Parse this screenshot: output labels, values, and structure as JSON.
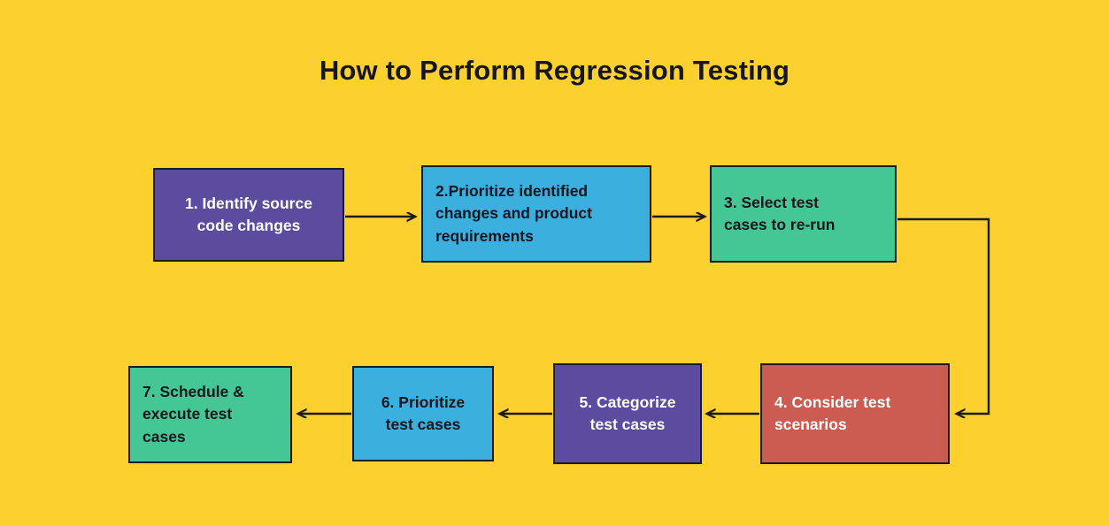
{
  "page": {
    "background_color": "#FCD02F",
    "title": "How to Perform Regression Testing"
  },
  "palette": {
    "purple": "#5C4B9E",
    "blue": "#3BAFDD",
    "green": "#45C795",
    "red": "#CC5B52",
    "line": "#1b1b1f",
    "text_dark": "#16161d",
    "text_light": "#ffffff"
  },
  "flow": {
    "steps": [
      {
        "id": "step-1",
        "number": "1.",
        "text": "1. Identify source\ncode changes",
        "fill": "#5C4B9E",
        "text_color": "#ffffff",
        "align": "center"
      },
      {
        "id": "step-2",
        "number": "2.",
        "text": "2.Prioritize identified\nchanges and product\nrequirements",
        "fill": "#3BAFDD",
        "text_color": "#16161d",
        "align": "left"
      },
      {
        "id": "step-3",
        "number": "3.",
        "text": "3. Select test\n    cases to re-run",
        "fill": "#45C795",
        "text_color": "#16161d",
        "align": "left"
      },
      {
        "id": "step-4",
        "number": "4.",
        "text": "4. Consider test\n    scenarios",
        "fill": "#CC5B52",
        "text_color": "#ffffff",
        "align": "left"
      },
      {
        "id": "step-5",
        "number": "5.",
        "text": "5. Categorize\ntest cases",
        "fill": "#5C4B9E",
        "text_color": "#ffffff",
        "align": "center"
      },
      {
        "id": "step-6",
        "number": "6.",
        "text": "6. Prioritize\ntest cases",
        "fill": "#3BAFDD",
        "text_color": "#16161d",
        "align": "center"
      },
      {
        "id": "step-7",
        "number": "7.",
        "text": "7. Schedule &\n    execute test\n    cases",
        "fill": "#45C795",
        "text_color": "#16161d",
        "align": "left"
      }
    ],
    "connectors": [
      {
        "id": "arrow-1-to-2",
        "from": "step-1",
        "to": "step-2",
        "direction": "right"
      },
      {
        "id": "arrow-2-to-3",
        "from": "step-2",
        "to": "step-3",
        "direction": "right"
      },
      {
        "id": "arrow-3-to-4",
        "from": "step-3",
        "to": "step-4",
        "direction": "elbow-down-left"
      },
      {
        "id": "arrow-4-to-5",
        "from": "step-4",
        "to": "step-5",
        "direction": "left"
      },
      {
        "id": "arrow-5-to-6",
        "from": "step-5",
        "to": "step-6",
        "direction": "left"
      },
      {
        "id": "arrow-6-to-7",
        "from": "step-6",
        "to": "step-7",
        "direction": "left"
      }
    ]
  }
}
